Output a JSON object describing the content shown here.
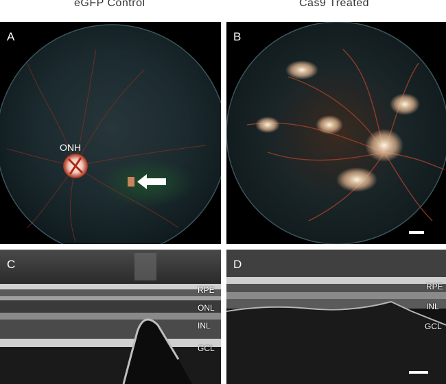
{
  "columns": {
    "left_title": "eGFP Control",
    "right_title": "Cas9 Treated"
  },
  "panels": {
    "a": {
      "letter": "A",
      "onh_label": "ONH"
    },
    "b": {
      "letter": "B"
    },
    "c": {
      "letter": "C",
      "layers": [
        "RPE",
        "ONL",
        "INL",
        "GCL"
      ]
    },
    "d": {
      "letter": "D",
      "layers": [
        "RPE",
        "INL",
        "GCL"
      ]
    }
  },
  "colors": {
    "background": "#000000",
    "fundus_edge": "#1e2a30",
    "vessel": "#b0402a",
    "lesion": "#f3e6c8"
  }
}
